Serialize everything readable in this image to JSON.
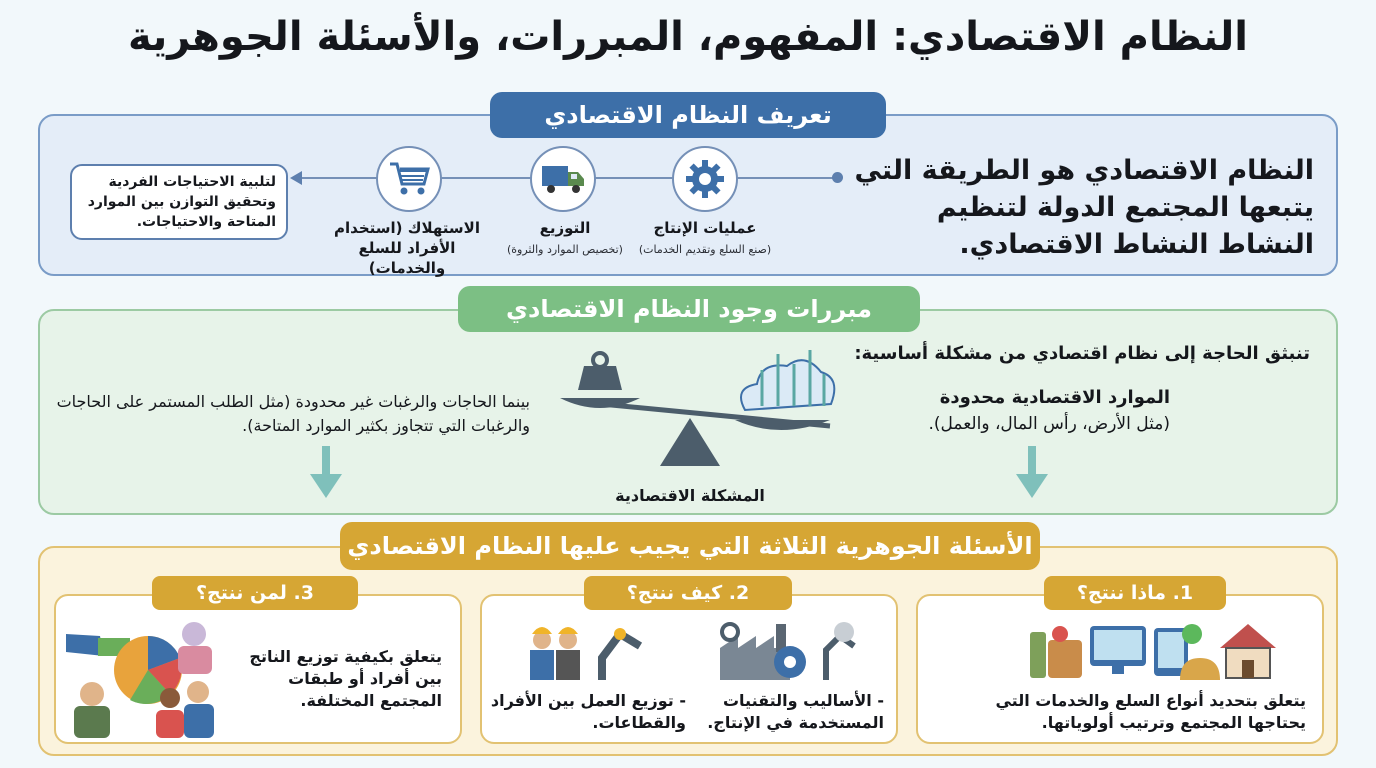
{
  "title": "النظام الاقتصادي: المفهوم، المبررات، والأسئلة الجوهرية",
  "definition": {
    "heading": "تعريف النظام الاقتصادي",
    "text": "النظام الاقتصادي هو الطريقة التي يتبعها المجتمع الدولة لتنظيم النشاط النشاط الاقتصادي.",
    "steps": [
      {
        "label": "عمليات الإنتاج",
        "sub": "(صنع السلع وتقديم الخدمات)",
        "icon": "gear-icon"
      },
      {
        "label": "التوزيع",
        "sub": "(تخصيص الموارد والثروة)",
        "icon": "truck-icon"
      },
      {
        "label": "الاستهلاك (استخدام الأفراد للسلع والخدمات)",
        "sub": "",
        "icon": "cart-icon"
      }
    ],
    "goal": "لتلبية الاحتياجات الفردية وتحقيق التوازن بين الموارد المتاحة والاحتياجات."
  },
  "justification": {
    "heading": "مبررات وجود النظام الاقتصادي",
    "intro": "تنبثق الحاجة إلى نظام اقتصادي من مشكلة أساسية:",
    "resources_title": "الموارد الاقتصادية محدودة",
    "resources_sub": "(مثل الأرض، رأس المال، والعمل).",
    "wants": "بينما الحاجات والرغبات غير محدودة (مثل الطلب المستمر على الحاجات والرغبات التي تتجاوز بكثير الموارد المتاحة).",
    "problem": "المشكلة الاقتصادية"
  },
  "questions": {
    "heading": "الأسئلة الجوهرية الثلاثة التي يجيب عليها النظام الاقتصادي",
    "items": [
      {
        "label": "1. ماذا ننتج؟",
        "text": "يتعلق بتحديد أنواع السلع والخدمات التي يحتاجها المجتمع وترتيب أولوياتها."
      },
      {
        "label": "2. كيف ننتج؟",
        "text_a": "- الأساليب والتقنيات المستخدمة في الإنتاج.",
        "text_b": "- توزيع العمل بين الأفراد والقطاعات."
      },
      {
        "label": "3. لمن ننتج؟",
        "text": "يتعلق بكيفية توزيع الناتج بين أفراد أو طبقات المجتمع المختلفة."
      }
    ]
  },
  "colors": {
    "blue": "#3d6fa8",
    "green": "#7cbf84",
    "gold": "#d6a634",
    "teal_arrow": "#7fc0bb"
  }
}
